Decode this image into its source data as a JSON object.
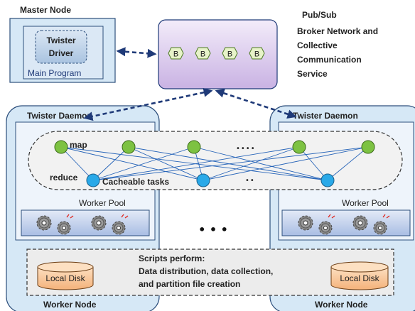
{
  "master": {
    "title": "Master Node",
    "driver_line1": "Twister",
    "driver_line2": "Driver",
    "program": "Main Program"
  },
  "broker": {
    "label": "B",
    "count": 4,
    "caption_lines": [
      "Pub/Sub",
      "Broker Network and",
      "Collective",
      "Communication",
      "Service"
    ]
  },
  "daemon_label": "Twister Daemon",
  "worker_node_label": "Worker Node",
  "worker_pool_label": "Worker Pool",
  "tasks": {
    "map_label": "map",
    "reduce_label": "reduce",
    "cacheable_label": "Cacheable tasks",
    "map_ellipsis": "••••",
    "reduce_ellipsis": "••"
  },
  "nodes_ellipsis": "• • •",
  "local_disk_label": "Local Disk",
  "scripts": {
    "lines": [
      "Scripts perform:",
      "Data distribution, data collection,",
      "and partition file creation"
    ]
  },
  "colors": {
    "node_fill": "#d6e8f6",
    "map_node": "#7dc242",
    "reduce_node": "#2aa9e8",
    "broker_fill": "#d9c8ea",
    "arrow": "#1f3a78",
    "disk_fill": "#f9c79a",
    "pool_fill": "#c6d3ee"
  }
}
